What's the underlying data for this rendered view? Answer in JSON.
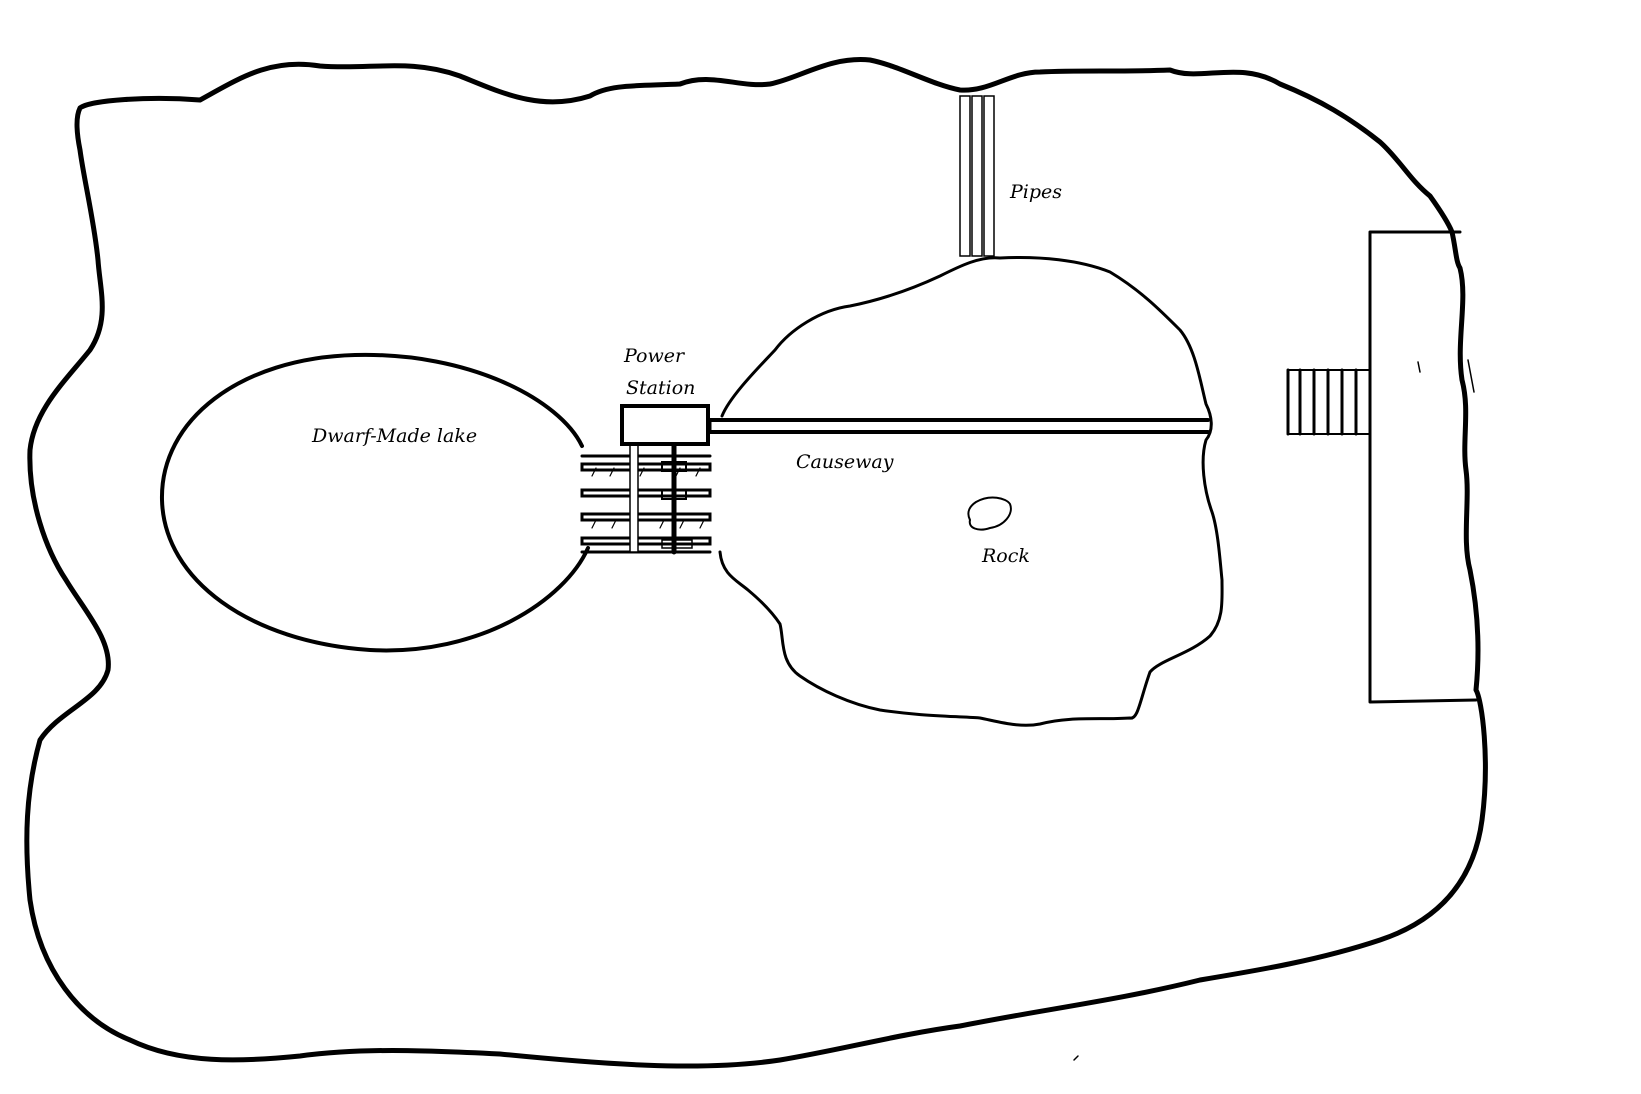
{
  "map": {
    "labels": {
      "lake": "Dwarf-Made lake",
      "power_station_line1": "Power",
      "power_station_line2": "Station",
      "causeway": "Causeway",
      "rock": "Rock",
      "pipes": "Pipes"
    }
  }
}
